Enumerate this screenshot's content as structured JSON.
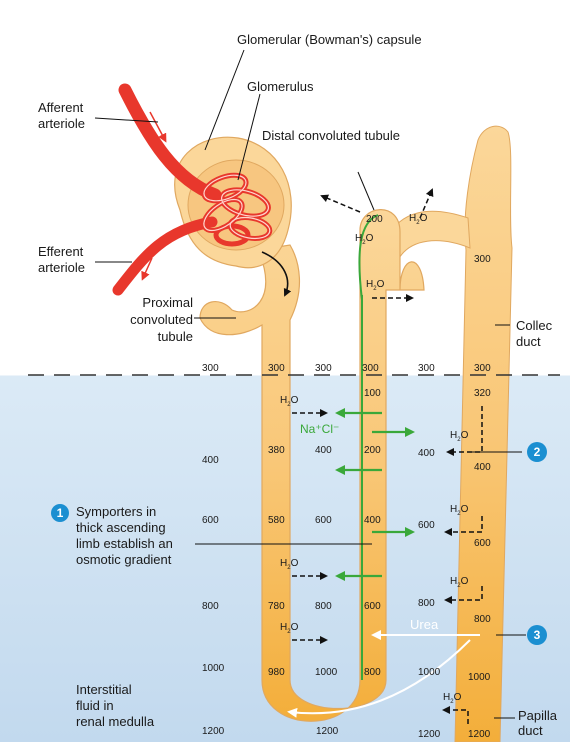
{
  "labels": {
    "capsule": "Glomerular (Bowman's) capsule",
    "glomerulus": "Glomerulus",
    "afferent_1": "Afferent",
    "afferent_2": "arteriole",
    "efferent_1": "Efferent",
    "efferent_2": "arteriole",
    "distal": "Distal convoluted tubule",
    "proximal_1": "Proximal",
    "proximal_2": "convoluted",
    "proximal_3": "tubule",
    "collecting_1": "Collec",
    "collecting_2": "duct",
    "sym_1": "Symporters in",
    "sym_2": "thick ascending",
    "sym_3": "limb establish an",
    "sym_4": "osmotic gradient",
    "interstitial_1": "Interstitial",
    "interstitial_2": "fluid in",
    "interstitial_3": "renal medulla",
    "papilla_1": "Papilla",
    "papilla_2": "duct",
    "nacl": "Na⁺Cl⁻",
    "urea": "Urea",
    "water": "H",
    "water_sub": "2",
    "water_end": "O"
  },
  "badges": [
    "1",
    "2",
    "3"
  ],
  "osmolarity": {
    "interstitial_left": [
      "300",
      "400",
      "600",
      "800",
      "1000",
      "1200"
    ],
    "descending_limb": [
      "300",
      "380",
      "580",
      "780",
      "980"
    ],
    "between_limbs": [
      "300",
      "400",
      "600",
      "800",
      "1000"
    ],
    "ascending_limb": [
      "300",
      "100",
      "200",
      "400",
      "600",
      "800"
    ],
    "loop_bottom": "1200",
    "distal_tubule": "200",
    "between_ascending_and_duct": [
      "300",
      "400",
      "600",
      "800",
      "1000",
      "1200"
    ],
    "collecting_duct": [
      "300",
      "300",
      "320",
      "400",
      "600",
      "800",
      "1000",
      "1200"
    ]
  },
  "colors": {
    "tubule_fill": "#fbd79a",
    "tubule_stroke": "#e0a860",
    "medulla_tubule": "#f5b545",
    "arteriole": "#e8372c",
    "salt_arrow": "#3aa83a",
    "badge": "#1b8fd1",
    "interstitial_bg": "#c2d9ee"
  }
}
